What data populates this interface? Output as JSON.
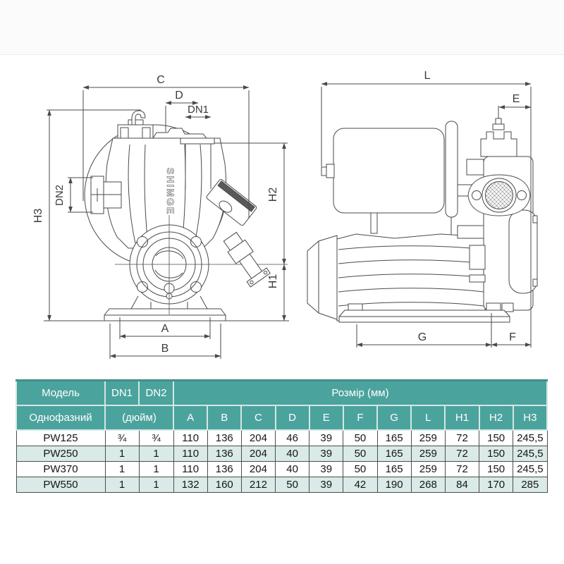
{
  "brand": "SHIMGE",
  "diagram": {
    "line_color": "#4a4a4a",
    "label_color": "#3a3a3a",
    "front_view": {
      "label_c": "C",
      "label_d": "D",
      "label_dn1": "DN1",
      "label_dn2": "DN2",
      "label_h3": "H3",
      "label_h2": "H2",
      "label_h1": "H1",
      "label_a": "A",
      "label_b": "B"
    },
    "side_view": {
      "label_l": "L",
      "label_e": "E",
      "label_g": "G",
      "label_f": "F"
    }
  },
  "table": {
    "colors": {
      "header_bg": "#4ba39d",
      "header_text": "#ffffff",
      "row_bg": "#ffffff",
      "row_alt_bg": "#d9eae8",
      "border_dark": "#4d4d4d",
      "border_light": "#d4e7e5"
    },
    "header": {
      "model": "Модель",
      "dn1": "DN1",
      "dn2": "DN2",
      "size": "Розмір (мм)",
      "phase": "Однофазний",
      "inch": "(дюйм)",
      "dims": [
        "A",
        "B",
        "C",
        "D",
        "E",
        "F",
        "G",
        "L",
        "H1",
        "H2",
        "H3"
      ]
    },
    "rows": [
      {
        "model": "PW125",
        "dn1": "¾",
        "dn2": "¾",
        "values": [
          "110",
          "136",
          "204",
          "46",
          "39",
          "50",
          "165",
          "259",
          "72",
          "150",
          "245,5"
        ]
      },
      {
        "model": "PW250",
        "dn1": "1",
        "dn2": "1",
        "values": [
          "110",
          "136",
          "204",
          "40",
          "39",
          "50",
          "165",
          "259",
          "72",
          "150",
          "245,5"
        ]
      },
      {
        "model": "PW370",
        "dn1": "1",
        "dn2": "1",
        "values": [
          "110",
          "136",
          "204",
          "40",
          "39",
          "50",
          "165",
          "259",
          "72",
          "150",
          "245,5"
        ]
      },
      {
        "model": "PW550",
        "dn1": "1",
        "dn2": "1",
        "values": [
          "132",
          "160",
          "212",
          "50",
          "39",
          "42",
          "190",
          "268",
          "84",
          "170",
          "285"
        ]
      }
    ]
  }
}
